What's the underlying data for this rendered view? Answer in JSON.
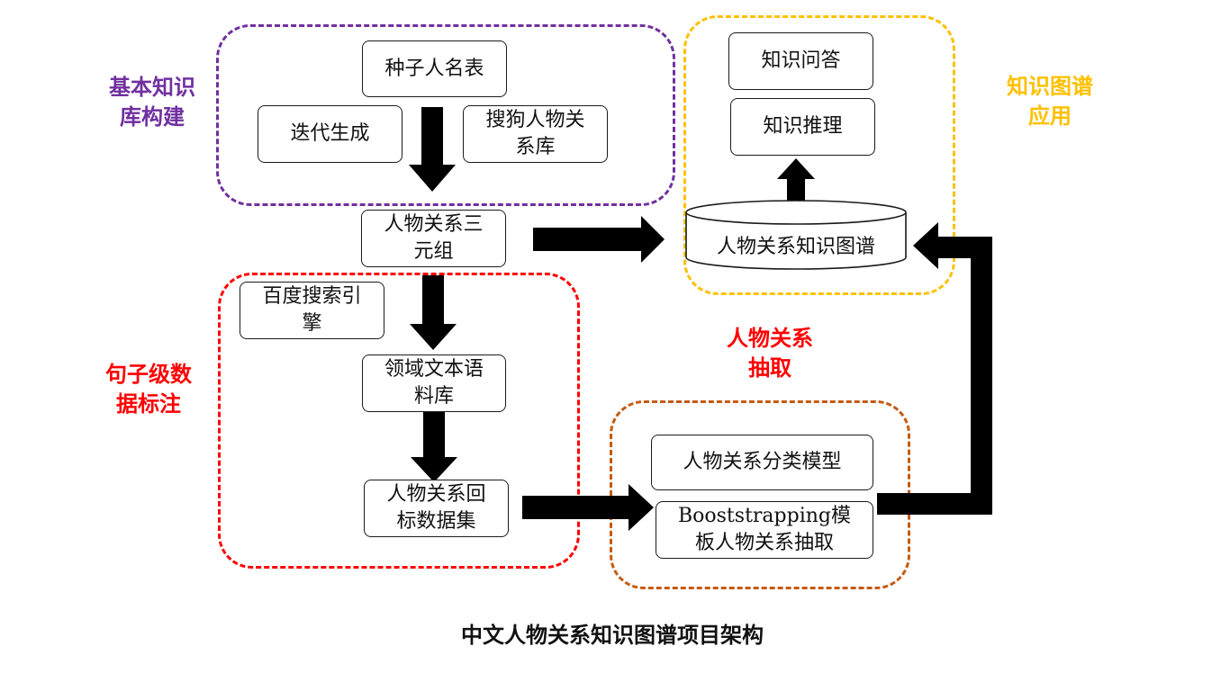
{
  "caption": "中文人物关系知识图谱项目架构",
  "colors": {
    "basic_region": "#7030a0",
    "sentence_region": "#ff0000",
    "app_region": "#ffc000",
    "extraction_region": "#c55a11",
    "arrow": "#000000"
  },
  "regions": {
    "basic": {
      "label_line1": "基本知识",
      "label_line2": "库构建"
    },
    "app": {
      "label_line1": "知识图谱",
      "label_line2": "应用"
    },
    "sentence": {
      "label_line1": "句子级数",
      "label_line2": "据标注"
    },
    "extraction": {
      "label_line1": "人物关系",
      "label_line2": "抽取"
    }
  },
  "nodes": {
    "seed_names": {
      "line1": "种子人名表"
    },
    "iterative_gen": {
      "line1": "迭代生成"
    },
    "sogou_db": {
      "line1": "搜狗人物关",
      "line2": "系库"
    },
    "triples": {
      "line1": "人物关系三",
      "line2": "元组"
    },
    "baidu_engine": {
      "line1": "百度搜索引",
      "line2": "擎"
    },
    "domain_corpus": {
      "line1": "领域文本语",
      "line2": "料库"
    },
    "labeled_dataset": {
      "line1": "人物关系回",
      "line2": "标数据集"
    },
    "qa": {
      "line1": "知识问答"
    },
    "reasoning": {
      "line1": "知识推理"
    },
    "kg": {
      "line1": "人物关系知识图谱"
    },
    "classifier": {
      "line1": "人物关系分类模型"
    },
    "bootstrapping": {
      "line1": "Booststrapping模",
      "line2": "板人物关系抽取"
    }
  }
}
